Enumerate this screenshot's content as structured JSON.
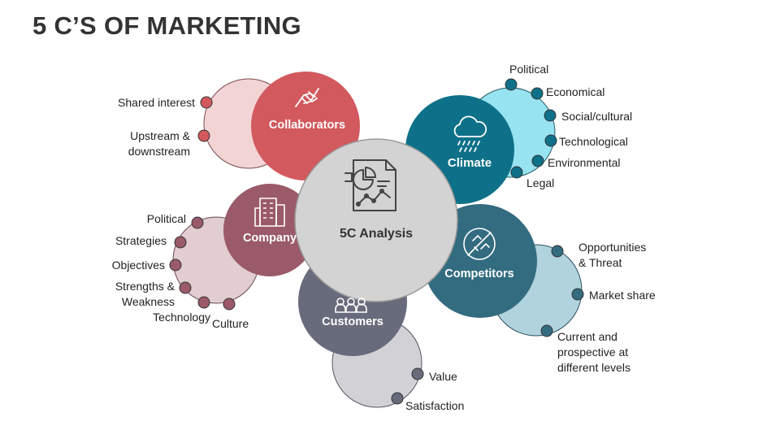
{
  "title": "5 C’S OF MARKETING",
  "center": {
    "label": "5C Analysis",
    "icon": "analysis-report-icon"
  },
  "colors": {
    "collaborators": "#D2595E",
    "collaborators_light": "#F2D4D5",
    "climate": "#0E7189",
    "climate_light": "#98E3F2",
    "company": "#9B5A69",
    "company_light": "#E2CDD0",
    "competitors": "#336C80",
    "competitors_light": "#B1D3DE",
    "customers": "#686B7B",
    "customers_light": "#D2D2D6",
    "center": "#D3D3D3"
  },
  "segments": {
    "collaborators": {
      "label": "Collaborators",
      "icon": "handshake-icon",
      "items": [
        "Shared interest",
        "Upstream &\ndownstream"
      ]
    },
    "climate": {
      "label": "Climate",
      "icon": "rain-cloud-icon",
      "items": [
        "Political",
        "Economical",
        "Social/cultural",
        "Technological",
        "Environmental",
        "Legal"
      ]
    },
    "company": {
      "label": "Company",
      "icon": "building-icon",
      "items": [
        "Political",
        "Strategies",
        "Objectives",
        "Strengths &\nWeakness",
        "Technology",
        "Culture"
      ]
    },
    "competitors": {
      "label": "Competitors",
      "icon": "no-competition-icon",
      "items": [
        "Opportunities\n& Threat",
        "Market share",
        "Current and\nprospective at\ndifferent levels"
      ]
    },
    "customers": {
      "label": "Customers",
      "icon": "people-group-icon",
      "items": [
        "Value",
        "Satisfaction"
      ]
    }
  }
}
